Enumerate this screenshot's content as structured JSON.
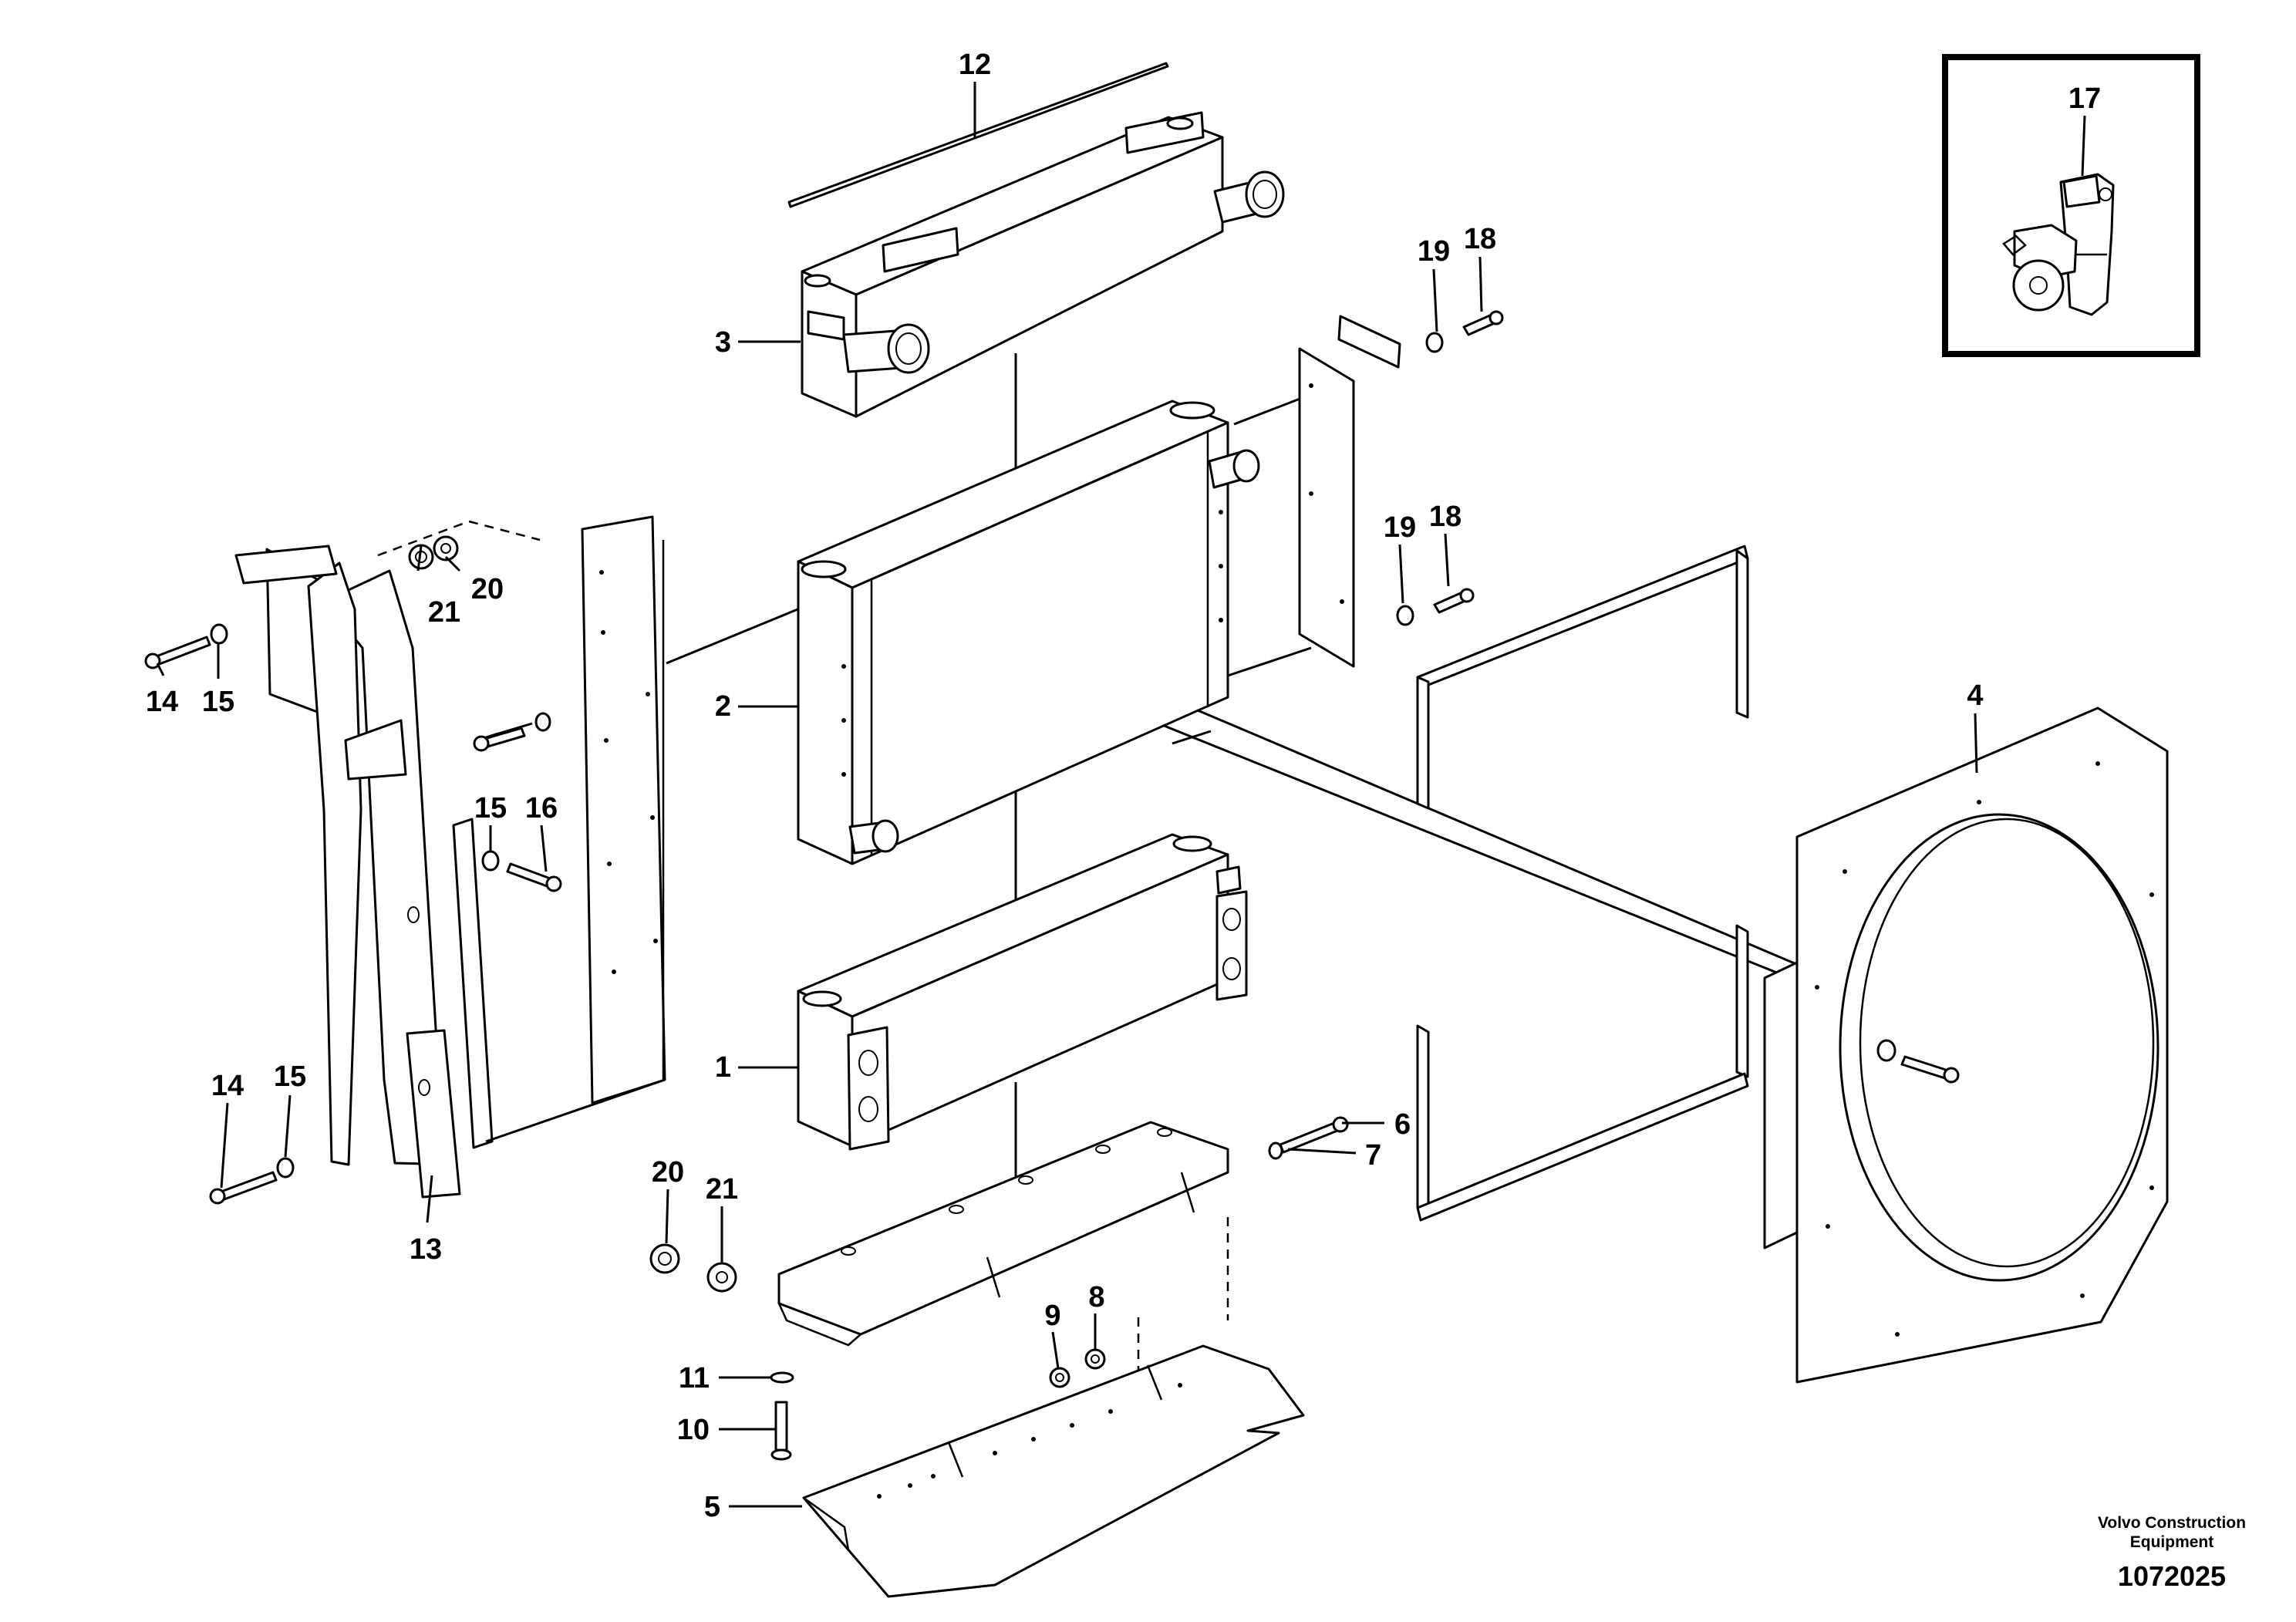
{
  "diagram": {
    "callouts": {
      "p1": "1",
      "p2": "2",
      "p3": "3",
      "p4": "4",
      "p5": "5",
      "p6": "6",
      "p7": "7",
      "p8": "8",
      "p9": "9",
      "p10": "10",
      "p11": "11",
      "p12": "12",
      "p13": "13",
      "p14a": "14",
      "p14b": "14",
      "p15a": "15",
      "p15b": "15",
      "p15c": "15",
      "p16": "16",
      "p17": "17",
      "p18a": "18",
      "p18b": "18",
      "p19a": "19",
      "p19b": "19",
      "p20a": "20",
      "p20b": "20",
      "p21a": "21",
      "p21b": "21"
    },
    "footer": {
      "brand_line1": "Volvo Construction",
      "brand_line2": "Equipment",
      "doc_number": "1072025"
    }
  }
}
